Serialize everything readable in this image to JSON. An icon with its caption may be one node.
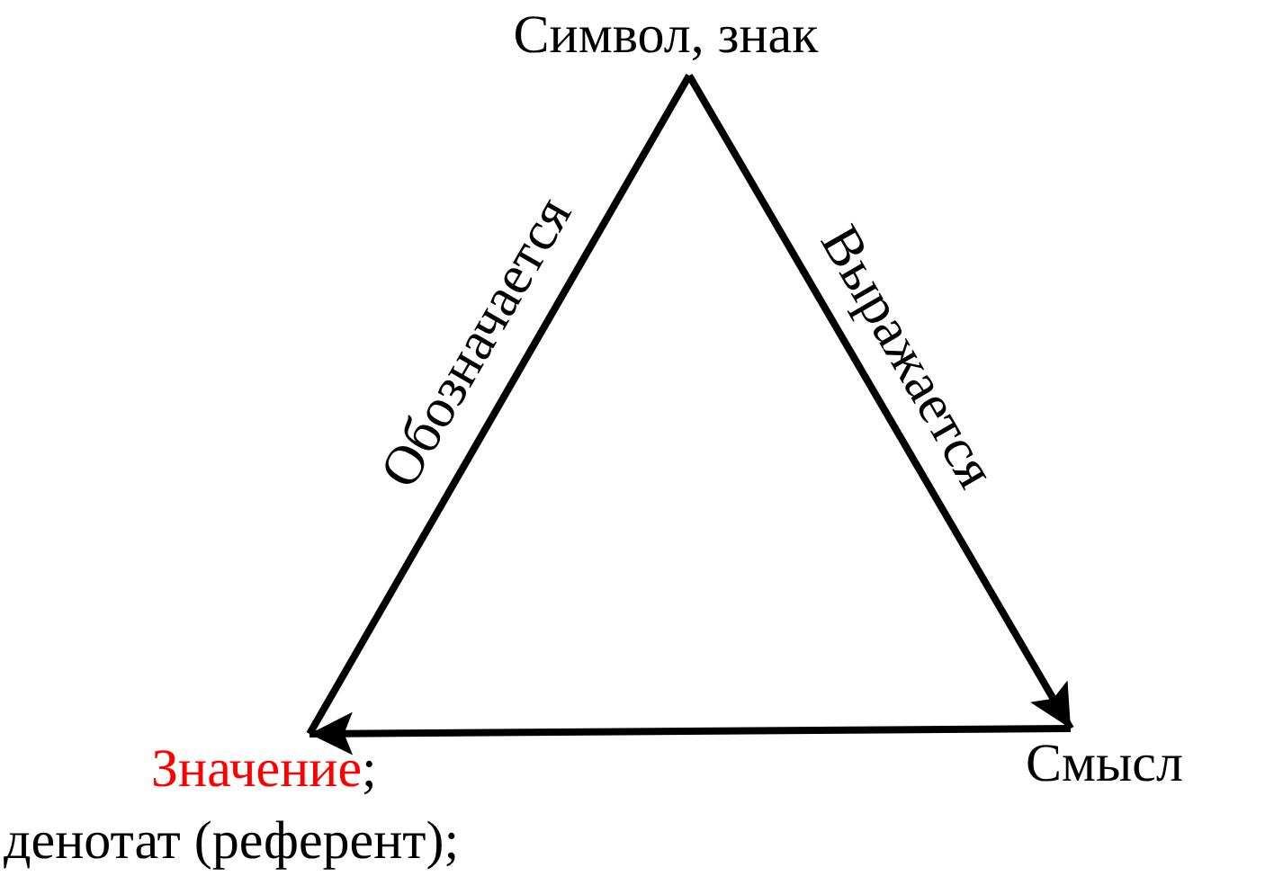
{
  "diagram": {
    "nodes": [
      {
        "text": [
          "Символ, знак"
        ]
      },
      {
        "text": [
          "Значение",
          ";",
          "денотат (референт);"
        ]
      },
      {
        "text": [
          "Смысл"
        ]
      }
    ],
    "edges": [
      {
        "from": 0,
        "to": 1,
        "arrow": "none",
        "label": "Обозначается"
      },
      {
        "from": 0,
        "to": 2,
        "arrow": "to",
        "label": "Выражается"
      },
      {
        "from": 2,
        "to": 1,
        "arrow": "to"
      }
    ]
  }
}
